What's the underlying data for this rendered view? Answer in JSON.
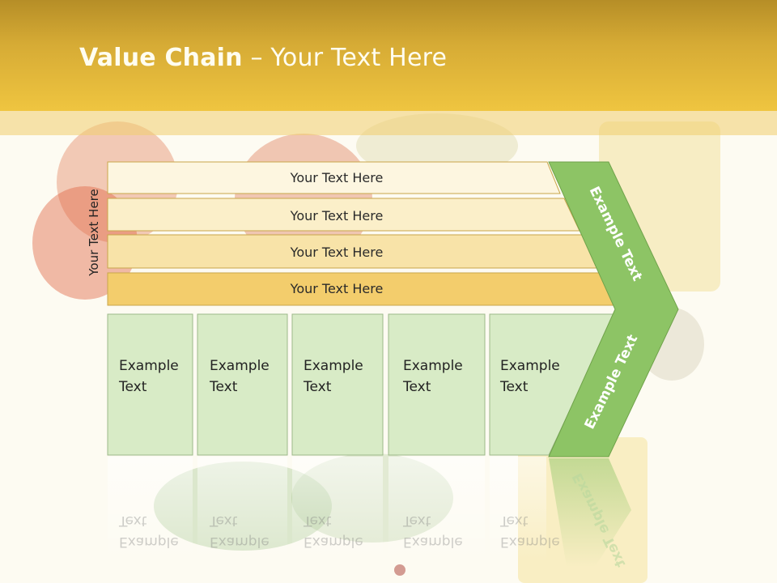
{
  "title": {
    "bold": "Value Chain",
    "rest": " – Your Text Here"
  },
  "side_label": "Your Text Here",
  "bars": [
    "Your Text Here",
    "Your Text Here",
    "Your Text Here",
    "Your Text Here"
  ],
  "boxes": [
    {
      "line1": "Example",
      "line2": "Text"
    },
    {
      "line1": "Example",
      "line2": "Text"
    },
    {
      "line1": "Example",
      "line2": "Text"
    },
    {
      "line1": "Example",
      "line2": "Text"
    },
    {
      "line1": "Example",
      "line2": "Text"
    }
  ],
  "chevron": {
    "upper": "Example Text",
    "lower": "Example Text"
  },
  "colors": {
    "header": "#e4b83a",
    "bar_fills": [
      "#fdf6e0",
      "#fbefc9",
      "#f8e3a8",
      "#f3cd6c"
    ],
    "box_fill": "#d8ebc6",
    "chevron": "#8dc465"
  }
}
